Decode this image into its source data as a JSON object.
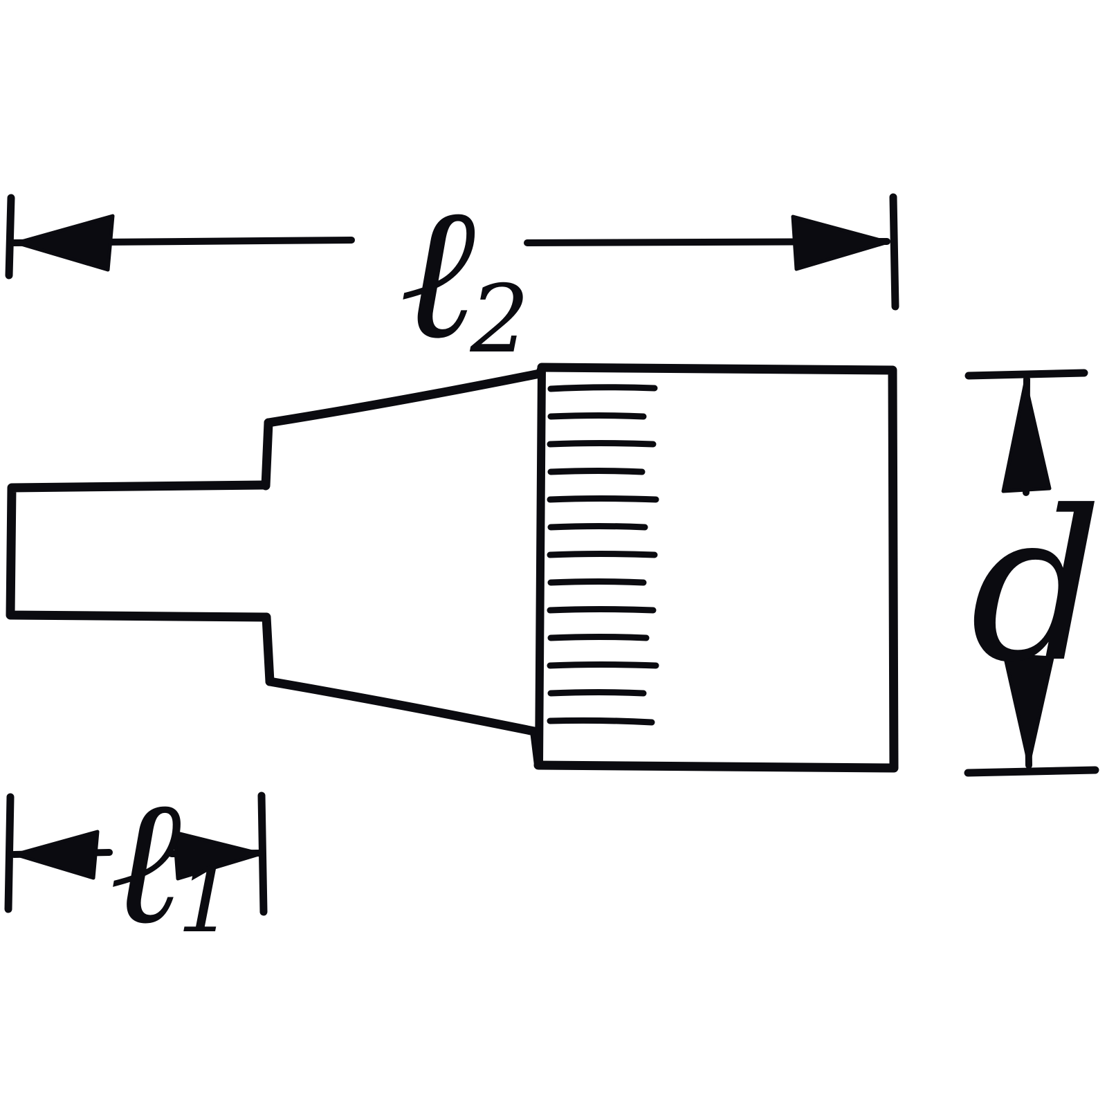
{
  "diagram": {
    "kind": "technical-dimension-drawing",
    "dimensions": {
      "l2": {
        "symbol": "ℓ",
        "subscript": "2"
      },
      "l1": {
        "symbol": "ℓ",
        "subscript": "1"
      },
      "d": {
        "symbol": "d",
        "subscript": ""
      }
    }
  },
  "colors": {
    "ink": "#0b0b10",
    "background": "#ffffff"
  }
}
